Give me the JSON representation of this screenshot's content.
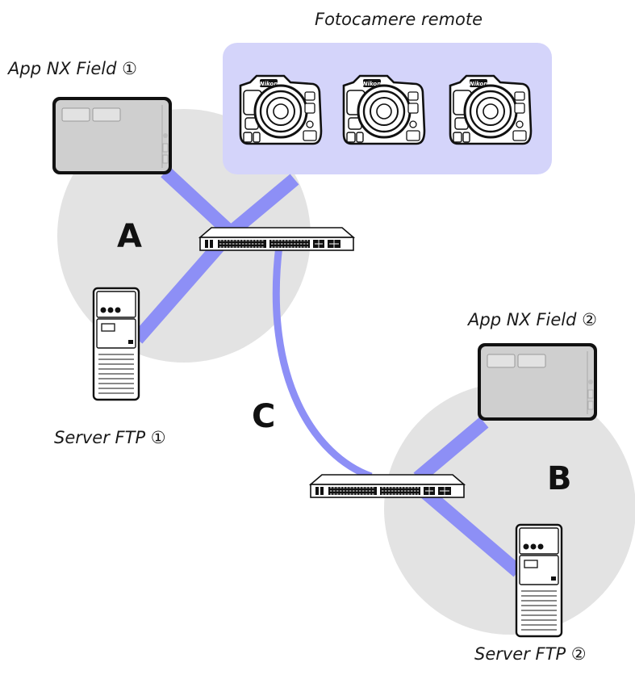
{
  "labels": {
    "remote_cameras": "Fotocamere remote",
    "app1": "App NX Field ①",
    "app2": "App NX Field ②",
    "ftp1": "Server FTP ①",
    "ftp2": "Server FTP ②"
  },
  "zones": {
    "a": "A",
    "b": "B",
    "c": "C"
  },
  "colors": {
    "link": "#8d8ff6",
    "zone_circle": "#e3e3e3",
    "camera_group_bg": "#d4d4fa",
    "tablet_screen": "#cfcfcf"
  },
  "icons": {
    "tablet": "tablet-icon",
    "camera": "camera-icon",
    "switch": "network-switch-icon",
    "server": "server-icon"
  }
}
